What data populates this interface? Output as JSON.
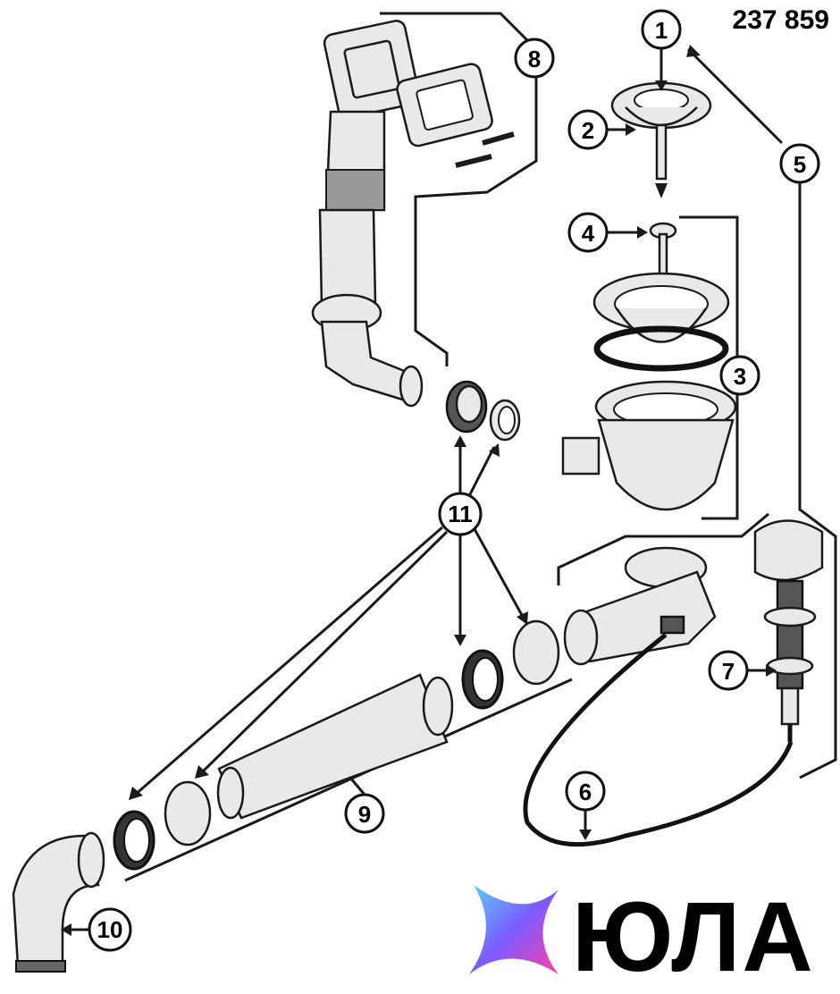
{
  "part_number": "237 859",
  "logo": {
    "text": "ЮЛА",
    "colors": [
      "#5ad1ff",
      "#7a5cff",
      "#ff3fa6"
    ]
  },
  "callouts": [
    {
      "id": "1",
      "label": "1"
    },
    {
      "id": "2",
      "label": "2"
    },
    {
      "id": "3",
      "label": "3"
    },
    {
      "id": "4",
      "label": "4"
    },
    {
      "id": "5",
      "label": "5"
    },
    {
      "id": "6",
      "label": "6"
    },
    {
      "id": "7",
      "label": "7"
    },
    {
      "id": "8",
      "label": "8"
    },
    {
      "id": "9",
      "label": "9"
    },
    {
      "id": "10",
      "label": "10"
    },
    {
      "id": "11",
      "label": "11"
    }
  ]
}
